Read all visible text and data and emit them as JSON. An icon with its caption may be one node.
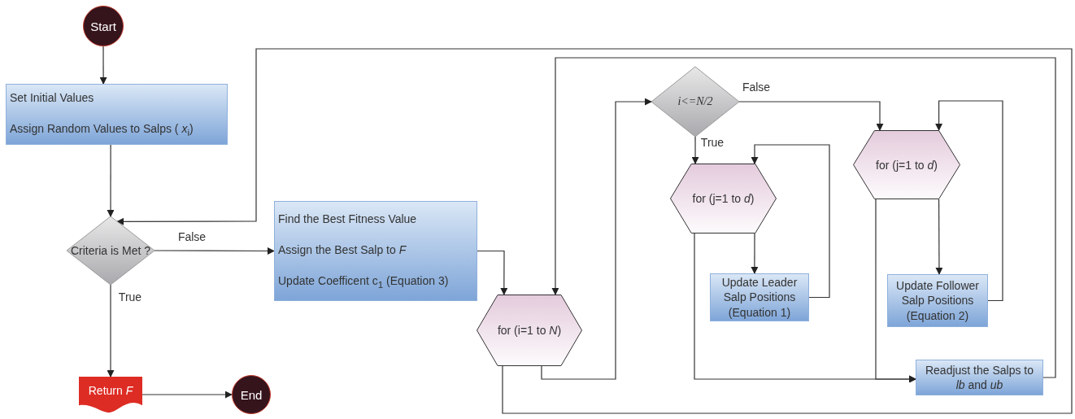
{
  "diagram": {
    "nodes": [
      {
        "text": [
          "Start"
        ]
      },
      {
        "text": [
          "Set Initial Values",
          "Assign Random Values to Salps ( *x*$_{i}$)"
        ]
      },
      {
        "text": [
          "Criteria is Met ?"
        ]
      },
      {
        "text": [
          "Find the Best Fitness Value",
          "Assign the Best Salp to *F*",
          "Update Coefficent c$_{1}$ (Equation 3)"
        ]
      },
      {
        "text": [
          "for (i=1 to *N*)"
        ]
      },
      {
        "text": [
          "i<=N/2"
        ]
      },
      {
        "text": [
          "for (j=1 to *d*)"
        ]
      },
      {
        "text": [
          "Update Leader Salp Positions (Equation 1)"
        ]
      },
      {
        "text": [
          "for (j=1 to *d*)"
        ]
      },
      {
        "text": [
          "Update Follower Salp Positions (Equation 2)"
        ]
      },
      {
        "text": [
          "Readjust the Salps to *lb* and *ub*"
        ]
      },
      {
        "text": [
          "Return *F*"
        ]
      },
      {
        "text": [
          "End"
        ]
      }
    ],
    "edges": [
      {
        "from": 0,
        "to": 1,
        "arrow": "to"
      },
      {
        "from": 1,
        "to": 2,
        "arrow": "to"
      },
      {
        "from": 2,
        "to": 3,
        "arrow": "to",
        "label": "False"
      },
      {
        "from": 2,
        "to": 11,
        "arrow": "to",
        "label": "True"
      },
      {
        "from": 11,
        "to": 12,
        "arrow": "to"
      },
      {
        "from": 3,
        "to": 4,
        "arrow": "to"
      },
      {
        "from": 4,
        "to": 5,
        "arrow": "to"
      },
      {
        "from": 5,
        "to": 6,
        "arrow": "to",
        "label": "True"
      },
      {
        "from": 5,
        "to": 8,
        "arrow": "to",
        "label": "False"
      },
      {
        "from": 6,
        "to": 7,
        "arrow": "to"
      },
      {
        "from": 7,
        "to": 6,
        "arrow": "to"
      },
      {
        "from": 8,
        "to": 9,
        "arrow": "to"
      },
      {
        "from": 9,
        "to": 8,
        "arrow": "to"
      },
      {
        "from": 6,
        "to": 10,
        "arrow": "to"
      },
      {
        "from": 8,
        "to": 10,
        "arrow": "to"
      },
      {
        "from": 10,
        "to": 4,
        "arrow": "to"
      },
      {
        "from": 4,
        "to": 2,
        "arrow": "to"
      }
    ]
  }
}
